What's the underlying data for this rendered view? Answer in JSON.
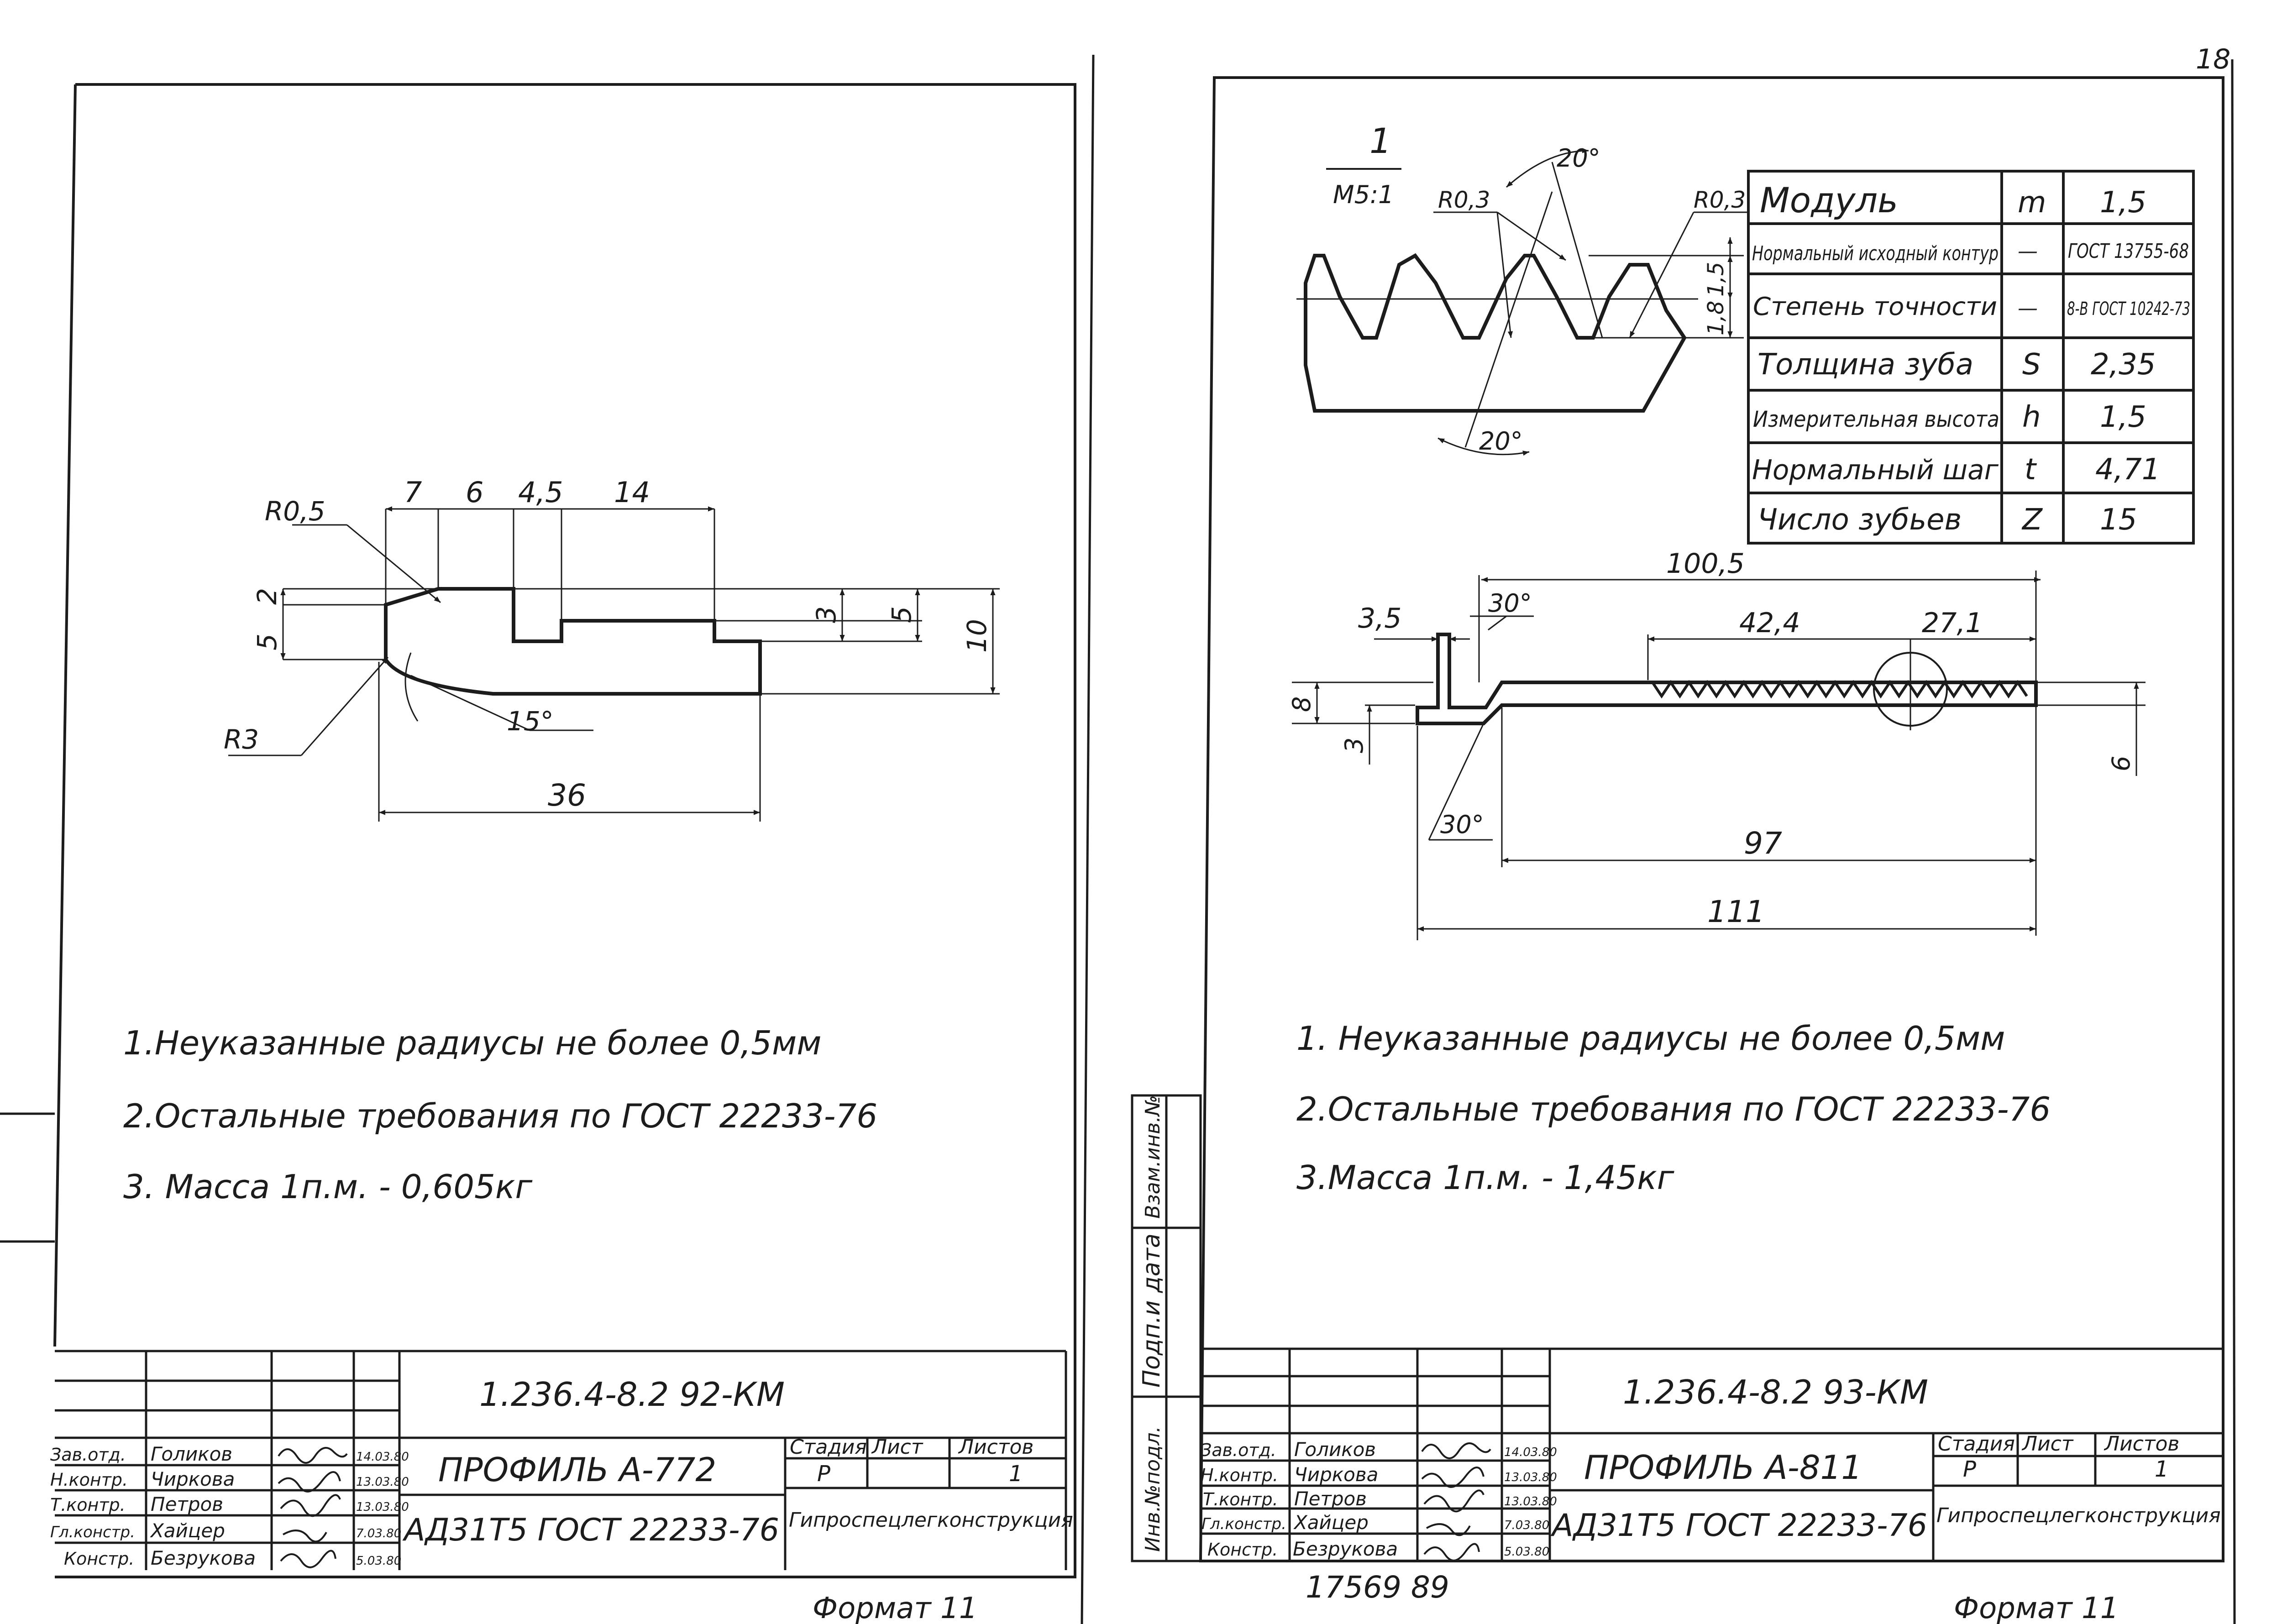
{
  "left_sheet": {
    "dims": {
      "r05": "R0,5",
      "d7": "7",
      "d6": "6",
      "d45": "4,5",
      "d14": "14",
      "d2": "2",
      "d5a": "5",
      "d3": "3",
      "d5b": "5",
      "d10": "10",
      "r3": "R3",
      "a15": "15°",
      "d36": "36"
    },
    "notes": [
      "1.Неуказанные радиусы не более 0,5мм",
      "2.Остальные требования по ГОСТ 22233-76",
      "3. Масса 1п.м. - 0,605кг"
    ],
    "title_block": {
      "code": "1.236.4-8.2 92-КМ",
      "title": "ПРОФИЛЬ А-772",
      "material": "АД31Т5 ГОСТ 22233-76",
      "org": "Гипроспецлегконструкция",
      "stage_hdr": "Стадия",
      "sheet_hdr": "Лист",
      "sheets_hdr": "Листов",
      "stage": "Р",
      "sheet": "",
      "sheets": "1",
      "people": [
        {
          "role": "Зав.отд.",
          "name": "Голиков",
          "date": "14.03.80"
        },
        {
          "role": "Н.контр.",
          "name": "Чиркова",
          "date": "13.03.80"
        },
        {
          "role": "Т.контр.",
          "name": "Петров",
          "date": "13.03.80"
        },
        {
          "role": "Гл.констр.",
          "name": "Хайцер",
          "date": "7.03.80"
        },
        {
          "role": "Констр.",
          "name": "Безрукова",
          "date": "5.03.80"
        }
      ]
    },
    "bottom_text": "Формат 11"
  },
  "right_sheet": {
    "corner_mark": "18",
    "detail_label": "1",
    "detail_scale": "М5:1",
    "detail_dims": {
      "r03a": "R0,3",
      "r03b": "R0,3",
      "a20top": "20°",
      "a20bot": "20°",
      "d15": "1,5",
      "d18": "1,8"
    },
    "params": [
      {
        "name": "Модуль",
        "sym": "m",
        "val": "1,5"
      },
      {
        "name": "Нормальный исходный контур",
        "sym": "—",
        "val": "ГОСТ 13755-68"
      },
      {
        "name": "Степень точности",
        "sym": "—",
        "val": "8-В ГОСТ 10242-73"
      },
      {
        "name": "Толщина зуба",
        "sym": "S",
        "val": "2,35"
      },
      {
        "name": "Измерительная высота",
        "sym": "h",
        "val": "1,5"
      },
      {
        "name": "Нормальный шаг",
        "sym": "t",
        "val": "4,71"
      },
      {
        "name": "Число зубьев",
        "sym": "Z",
        "val": "15"
      }
    ],
    "dims": {
      "d1005": "100,5",
      "d35": "3,5",
      "a30a": "30°",
      "d424": "42,4",
      "d271": "27,1",
      "d8": "8",
      "d3": "3",
      "d6": "6",
      "a30b": "30°",
      "d97": "97",
      "d111": "111"
    },
    "notes": [
      "1. Неуказанные радиусы не более 0,5мм",
      "2.Остальные требования по ГОСТ 22233-76",
      "3.Масса 1п.м. - 1,45кг"
    ],
    "side_labels": [
      "Инв.№подл.",
      "Подп.и дата",
      "Взам.инв.№"
    ],
    "title_block": {
      "code": "1.236.4-8.2 93-КМ",
      "title": "ПРОФИЛЬ А-811",
      "material": "АД31Т5 ГОСТ 22233-76",
      "org": "Гипроспецлегконструкция",
      "stage_hdr": "Стадия",
      "sheet_hdr": "Лист",
      "sheets_hdr": "Листов",
      "stage": "Р",
      "sheet": "",
      "sheets": "1",
      "people": [
        {
          "role": "Зав.отд.",
          "name": "Голиков",
          "date": "14.03.80"
        },
        {
          "role": "Н.контр.",
          "name": "Чиркова",
          "date": "13.03.80"
        },
        {
          "role": "Т.контр.",
          "name": "Петров",
          "date": "13.03.80"
        },
        {
          "role": "Гл.констр.",
          "name": "Хайцер",
          "date": "7.03.80"
        },
        {
          "role": "Констр.",
          "name": "Безрукова",
          "date": "5.03.80"
        }
      ]
    },
    "archive_no": "17569 89",
    "bottom_text": "Формат 11"
  }
}
